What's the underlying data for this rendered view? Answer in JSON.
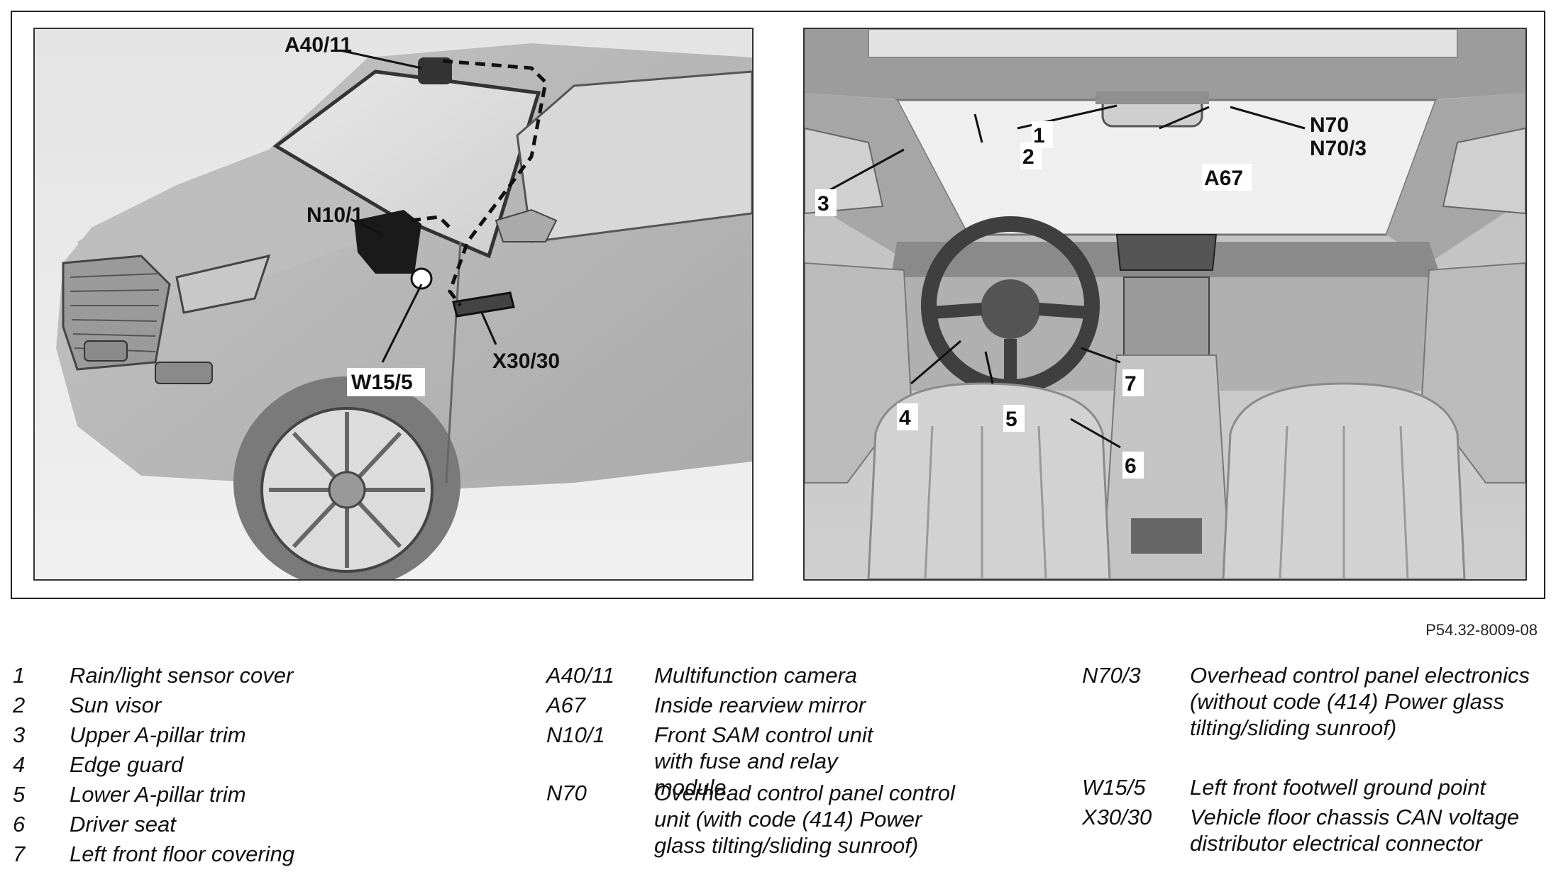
{
  "figure": {
    "image_code": "P54.32-8009-08",
    "left_callouts": {
      "a40_11": "A40/11",
      "n10_1": "N10/1",
      "w15_5": "W15/5",
      "x30_30": "X30/30"
    },
    "right_callouts": {
      "c1": "1",
      "c2": "2",
      "c3": "3",
      "c4": "4",
      "c5": "5",
      "c6": "6",
      "c7": "7",
      "n70": "N70",
      "n70_3": "N70/3",
      "a67": "A67"
    }
  },
  "legend": {
    "col1": [
      {
        "key": "1",
        "desc": "Rain/light sensor cover"
      },
      {
        "key": "2",
        "desc": "Sun visor"
      },
      {
        "key": "3",
        "desc": "Upper A-pillar trim"
      },
      {
        "key": "4",
        "desc": "Edge guard"
      },
      {
        "key": "5",
        "desc": "Lower A-pillar trim"
      },
      {
        "key": "6",
        "desc": "Driver seat"
      },
      {
        "key": "7",
        "desc": "Left front floor covering"
      }
    ],
    "col2": [
      {
        "key": "A40/11",
        "desc": "Multifunction camera"
      },
      {
        "key": "A67",
        "desc": "Inside rearview mirror"
      },
      {
        "key": "N10/1",
        "desc": "Front SAM control unit with fuse and relay module"
      },
      {
        "key": "N70",
        "desc": "Overhead control panel control unit (with code (414) Power glass tilting/sliding sunroof)"
      }
    ],
    "col3": [
      {
        "key": "N70/3",
        "desc": "Overhead control panel electronics (without code (414) Power glass tilting/sliding sunroof)"
      },
      {
        "key": "W15/5",
        "desc": "Left front footwell ground point"
      },
      {
        "key": "X30/30",
        "desc": "Vehicle floor chassis CAN voltage distributor electrical connector"
      }
    ]
  }
}
